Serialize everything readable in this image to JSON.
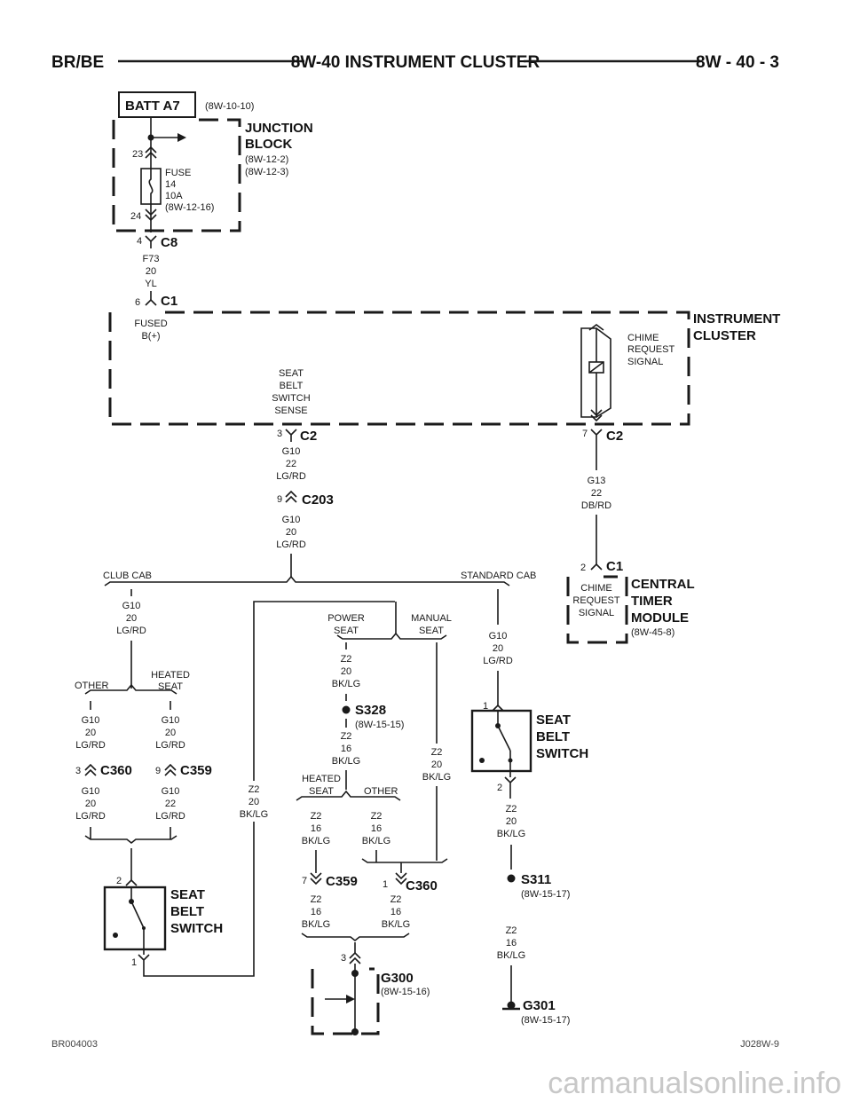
{
  "header": {
    "left": "BR/BE",
    "center": "8W-40 INSTRUMENT CLUSTER",
    "right": "8W - 40 - 3"
  },
  "footer": {
    "left": "BR004003",
    "right": "J028W-9",
    "watermark": "carmanualsonline.info"
  },
  "labels": {
    "batt": "BATT A7",
    "batt_ref": "(8W-10-10)",
    "jb_title_1": "JUNCTION",
    "jb_title_2": "BLOCK",
    "jb_ref_1": "(8W-12-2)",
    "jb_ref_2": "(8W-12-3)",
    "pin23": "23",
    "pin24": "24",
    "fuse_1": "FUSE",
    "fuse_2": "14",
    "fuse_3": "10A",
    "fuse_4": "(8W-12-16)",
    "c8_pin": "4",
    "c8": "C8",
    "w1_1": "F73",
    "w1_2": "20",
    "w1_3": "YL",
    "c1_pin": "6",
    "c1": "C1",
    "fused_1": "FUSED",
    "fused_2": "B(+)",
    "ic_title_1": "INSTRUMENT",
    "ic_title_2": "CLUSTER",
    "chime_1": "CHIME",
    "chime_2": "REQUEST",
    "chime_3": "SIGNAL",
    "sbs_1": "SEAT",
    "sbs_2": "BELT",
    "sbs_3": "SWITCH",
    "sbs_4": "SENSE",
    "c2a_pin": "3",
    "c2a": "C2",
    "c2b_pin": "7",
    "c2b": "C2",
    "w2_1": "G10",
    "w2_2": "22",
    "w2_3": "LG/RD",
    "c203_pin": "9",
    "c203": "C203",
    "w3_1": "G10",
    "w3_2": "20",
    "w3_3": "LG/RD",
    "w4_1": "G13",
    "w4_2": "22",
    "w4_3": "DB/RD",
    "ctm_pin": "2",
    "ctm_c1": "C1",
    "ctm_chime_1": "CHIME",
    "ctm_chime_2": "REQUEST",
    "ctm_chime_3": "SIGNAL",
    "ctm_title_1": "CENTRAL",
    "ctm_title_2": "TIMER",
    "ctm_title_3": "MODULE",
    "ctm_ref": "(8W-45-8)",
    "club_cab": "CLUB CAB",
    "standard_cab": "STANDARD CAB",
    "w5_1": "G10",
    "w5_2": "20",
    "w5_3": "LG/RD",
    "other_a": "OTHER",
    "heated_a_1": "HEATED",
    "heated_a_2": "SEAT",
    "w6_1": "G10",
    "w6_2": "20",
    "w6_3": "LG/RD",
    "w7_1": "G10",
    "w7_2": "20",
    "w7_3": "LG/RD",
    "c360a_pin": "3",
    "c360a": "C360",
    "c359a_pin": "9",
    "c359a": "C359",
    "w8_1": "G10",
    "w8_2": "20",
    "w8_3": "LG/RD",
    "w9_1": "G10",
    "w9_2": "22",
    "w9_3": "LG/RD",
    "sw1_pin2": "2",
    "sw1_pin1": "1",
    "sw1_title_1": "SEAT",
    "sw1_title_2": "BELT",
    "sw1_title_3": "SWITCH",
    "w10_1": "Z2",
    "w10_2": "20",
    "w10_3": "BK/LG",
    "power_1": "POWER",
    "power_2": "SEAT",
    "manual_1": "MANUAL",
    "manual_2": "SEAT",
    "w11_1": "Z2",
    "w11_2": "20",
    "w11_3": "BK/LG",
    "s328": "S328",
    "s328_ref": "(8W-15-15)",
    "w12_1": "Z2",
    "w12_2": "16",
    "w12_3": "BK/LG",
    "w13_1": "Z2",
    "w13_2": "20",
    "w13_3": "BK/LG",
    "heated_b_1": "HEATED",
    "heated_b_2": "SEAT",
    "other_b": "OTHER",
    "w14_1": "Z2",
    "w14_2": "16",
    "w14_3": "BK/LG",
    "w15_1": "Z2",
    "w15_2": "16",
    "w15_3": "BK/LG",
    "c359b_pin": "7",
    "c359b": "C359",
    "c360b_pin": "1",
    "c360b": "C360",
    "w16_1": "Z2",
    "w16_2": "16",
    "w16_3": "BK/LG",
    "w17_1": "Z2",
    "w17_2": "16",
    "w17_3": "BK/LG",
    "g300_pin": "3",
    "g300": "G300",
    "g300_ref": "(8W-15-16)",
    "w18_1": "G10",
    "w18_2": "20",
    "w18_3": "LG/RD",
    "sw2_pin1": "1",
    "sw2_pin2": "2",
    "sw2_title_1": "SEAT",
    "sw2_title_2": "BELT",
    "sw2_title_3": "SWITCH",
    "w19_1": "Z2",
    "w19_2": "20",
    "w19_3": "BK/LG",
    "s311": "S311",
    "s311_ref": "(8W-15-17)",
    "w20_1": "Z2",
    "w20_2": "16",
    "w20_3": "BK/LG",
    "g301": "G301",
    "g301_ref": "(8W-15-17)"
  }
}
